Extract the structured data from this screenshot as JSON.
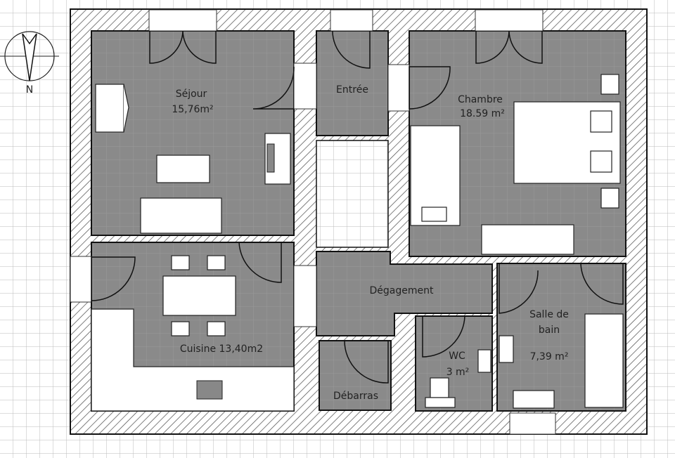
{
  "plan": {
    "compass_label": "N",
    "rooms": [
      {
        "id": "sejour",
        "name": "Séjour",
        "area": "15,76m²"
      },
      {
        "id": "entree",
        "name": "Entrée",
        "area": ""
      },
      {
        "id": "chambre",
        "name": "Chambre",
        "area": "18.59 m²"
      },
      {
        "id": "cuisine",
        "name": "Cuisine  13,40m2",
        "area": ""
      },
      {
        "id": "degagement",
        "name": "Dégagement",
        "area": ""
      },
      {
        "id": "debarras",
        "name": "Débarras",
        "area": ""
      },
      {
        "id": "wc",
        "name": "WC",
        "area": "3 m²"
      },
      {
        "id": "sdb",
        "name": "Salle de",
        "name2": "bain",
        "area": "7,39 m²"
      }
    ],
    "colors": {
      "room_fill": "#8a8a8a",
      "wall_hatch": "#555555",
      "grid": "#bbbbbb"
    }
  }
}
